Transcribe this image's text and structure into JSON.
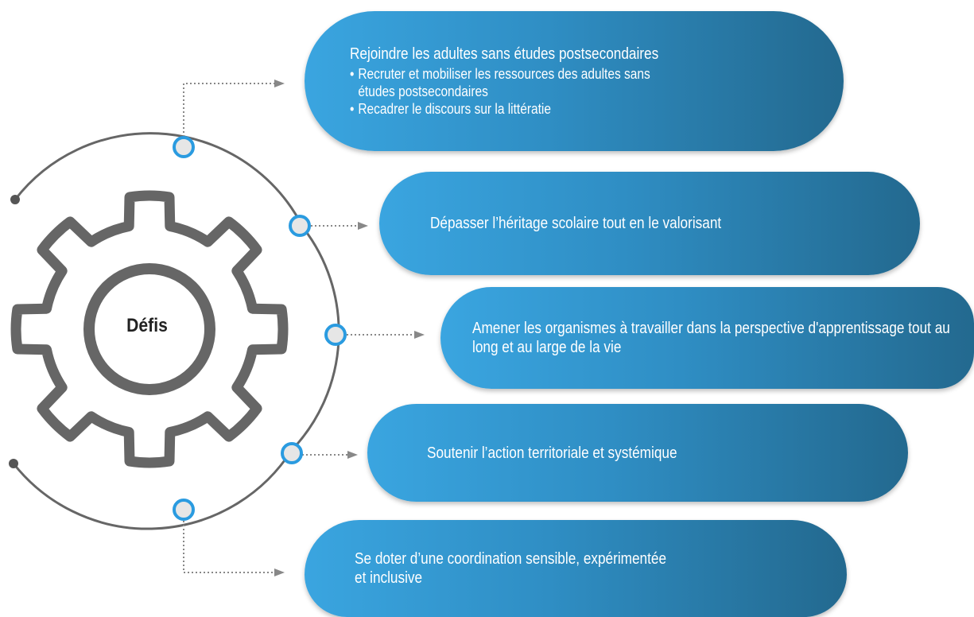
{
  "center_label": "Défis",
  "items": [
    {
      "title": "Rejoindre les adultes sans études postsecondaires",
      "bullets": [
        {
          "line1": "Recruter et mobiliser les ressources des  adultes sans",
          "line2": "études postsecondaires"
        },
        {
          "line1": "Recadrer le discours sur la littératie",
          "line2": ""
        }
      ]
    },
    {
      "title": "Dépasser l’héritage scolaire tout en le valorisant"
    },
    {
      "title": "Amener les organismes à travailler dans la perspective d'apprentissage tout au long et au large de la vie"
    },
    {
      "title": "Soutenir l’action territoriale et systémique"
    },
    {
      "title": "Se doter d’une coordination sensible, expérimentée et inclusive"
    }
  ],
  "colors": {
    "pill_start": "#3aa5e0",
    "pill_end": "#23698f",
    "ring": "#666666",
    "gear": "#666666",
    "node_fill": "#e6e6e6",
    "node_stroke": "#2a9be0",
    "connector": "#888888"
  }
}
